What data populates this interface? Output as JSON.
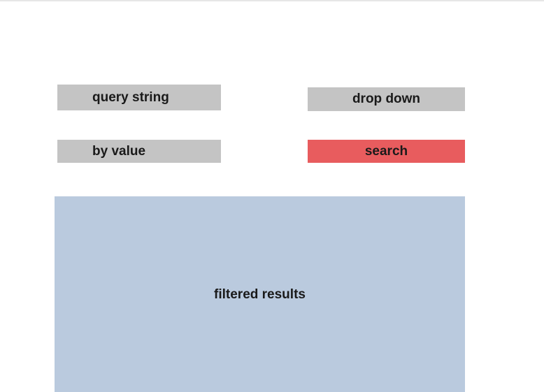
{
  "controls": {
    "query_string_label": "query string",
    "by_value_label": "by value",
    "drop_down_label": "drop down",
    "search_label": "search"
  },
  "results": {
    "label": "filtered results"
  },
  "colors": {
    "control_gray": "#c4c4c4",
    "search_red": "#e85c5e",
    "results_blue": "#bacade"
  }
}
